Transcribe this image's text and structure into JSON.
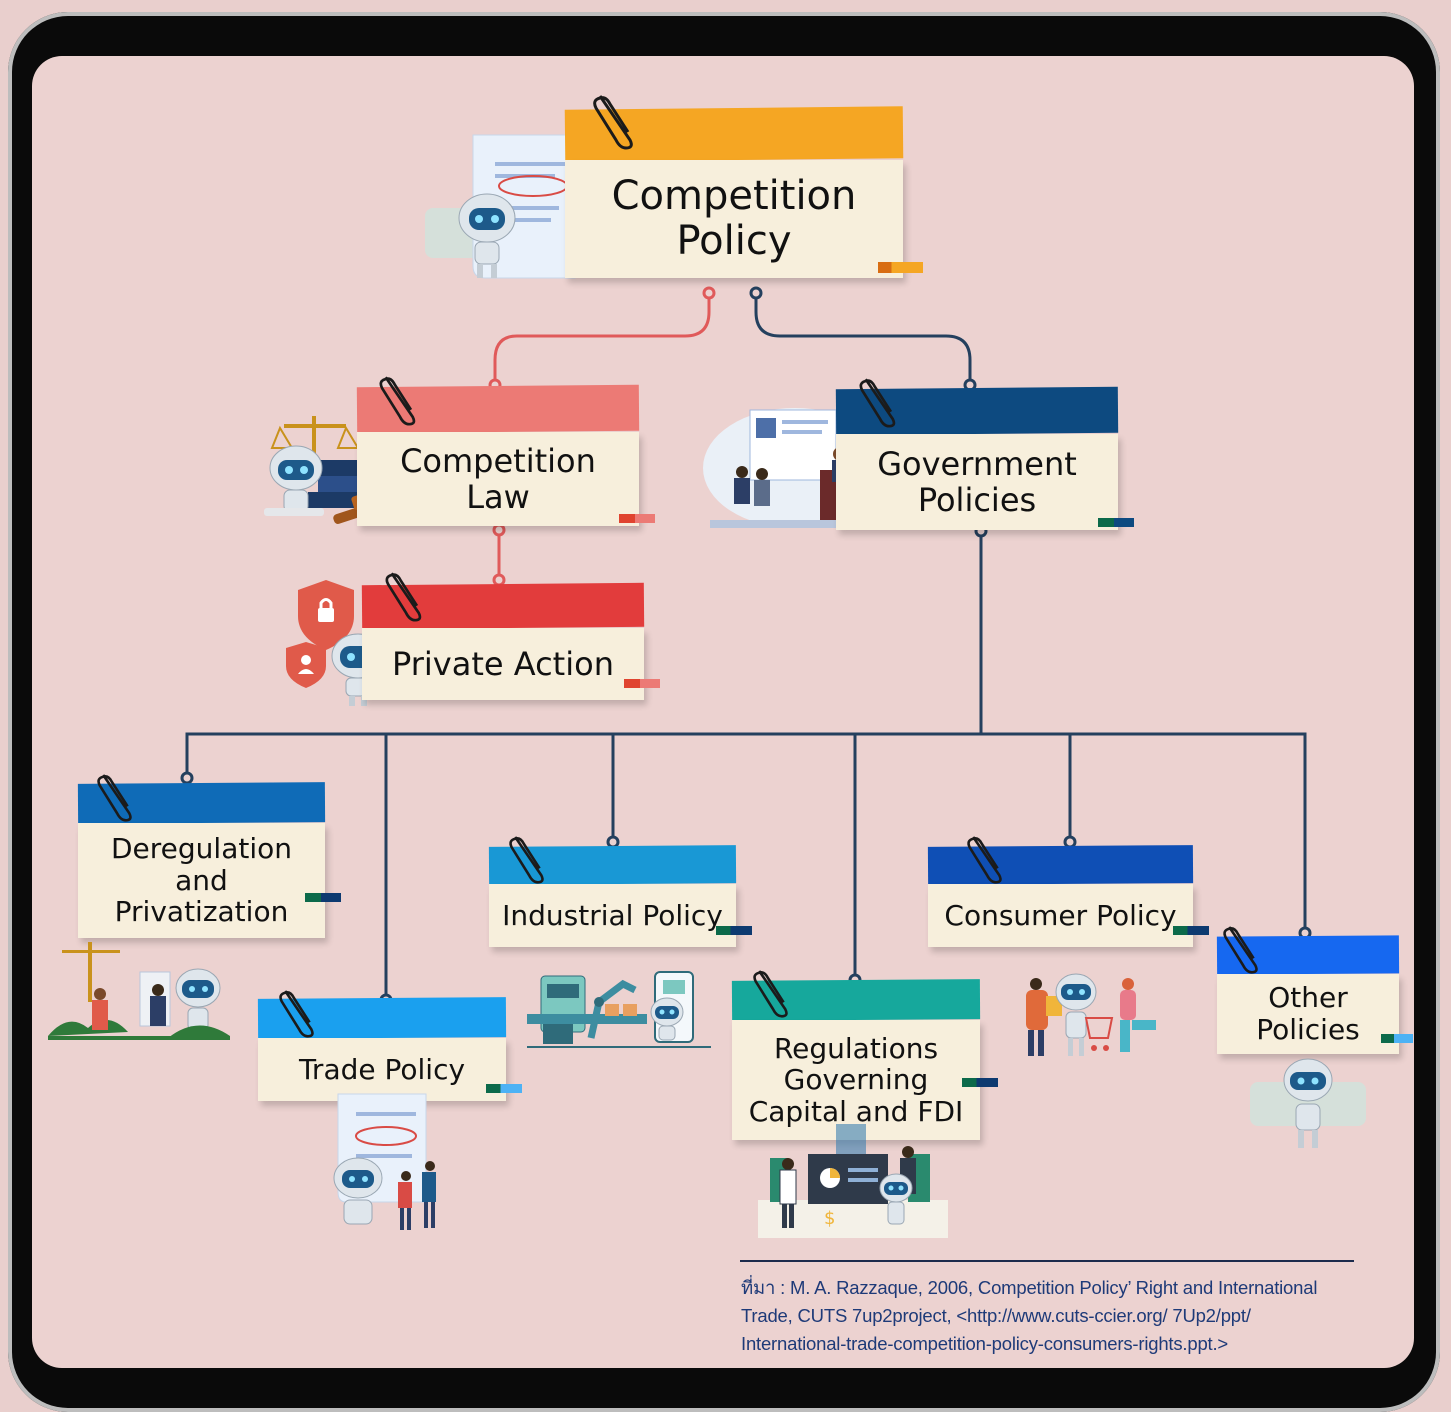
{
  "diagram": {
    "root": {
      "label_line1": "Competition",
      "label_line2": "Policy",
      "color": "#f5a623"
    },
    "competition_law": {
      "label_line1": "Competition",
      "label_line2": "Law",
      "color": "#ec7a75"
    },
    "government_policies": {
      "label_line1": "Government",
      "label_line2": "Policies",
      "color": "#0d4a80"
    },
    "private_action": {
      "label": "Private Action",
      "color": "#e23c3c"
    },
    "deregulation": {
      "label_line1": "Deregulation",
      "label_line2": "and",
      "label_line3": "Privatization",
      "color": "#0f6bb7"
    },
    "trade_policy": {
      "label": "Trade Policy",
      "color": "#1aa0ef"
    },
    "industrial_policy": {
      "label": "Industrial Policy",
      "color": "#1998d5"
    },
    "regulations_fdi": {
      "label_line1": "Regulations",
      "label_line2": "Governing",
      "label_line3": "Capital and FDI",
      "color": "#16a89c"
    },
    "consumer_policy": {
      "label": "Consumer Policy",
      "color": "#0f4fb5"
    },
    "other_policies": {
      "label_line1": "Other",
      "label_line2": "Policies",
      "color": "#1668f0"
    }
  },
  "colors": {
    "connector_red": "#e05a5a",
    "connector_navy": "#24405e",
    "card_body": "#f7efdc"
  },
  "source": {
    "line1": "ที่มา : M. A. Razzaque, 2006, Competition Policy’ Right and International",
    "line2": "Trade, CUTS 7up2project, <http://www.cuts-ccier.org/ 7Up2/ppt/",
    "line3": "International-trade-competition-policy-consumers-rights.ppt.>"
  },
  "icons": [
    "paperclip-icon",
    "robot-icon",
    "shield-lock-icon",
    "shield-user-icon"
  ]
}
